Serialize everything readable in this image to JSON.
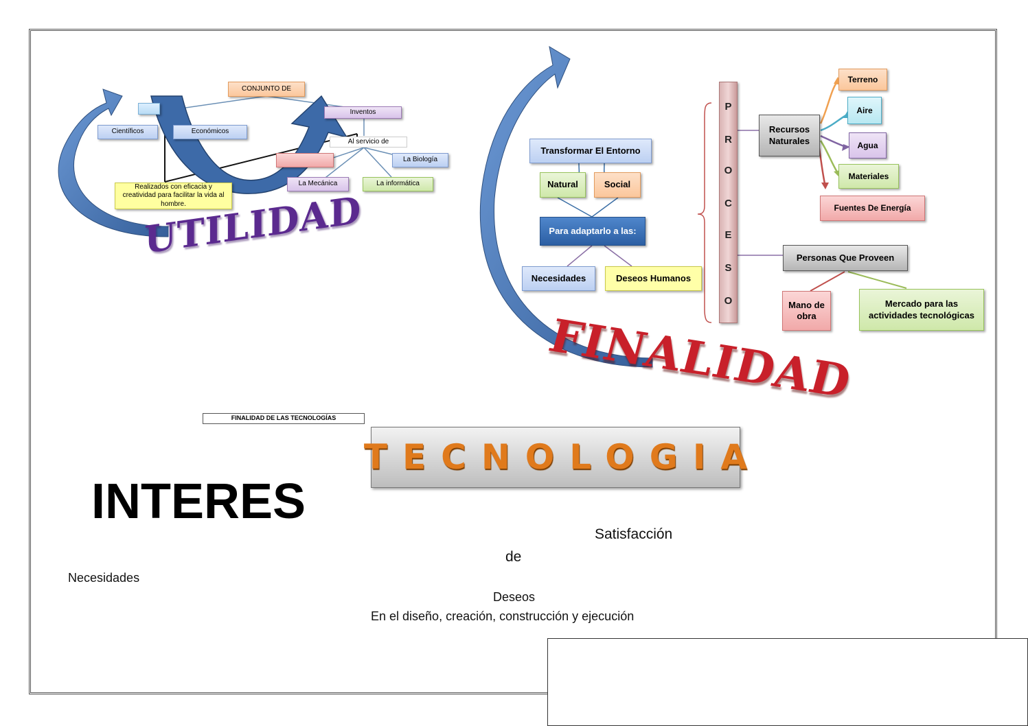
{
  "left_map": {
    "conjunto": "CONJUNTO DE",
    "inventos": "Inventos",
    "cientificos": "Científicos",
    "economicos": "Económicos",
    "al_servicio": "Al servicio de",
    "biologia": "La Biología",
    "informatica": "La informática",
    "mecanica": "La Mecánica",
    "realizados": "Realizados con eficacia y creatividad para facilitar la vida al hombre."
  },
  "utilidad": "UTILIDAD",
  "right_map": {
    "transformar": "Transformar El Entorno",
    "natural": "Natural",
    "social": "Social",
    "para_adaptarlo": "Para adaptarlo a las:",
    "necesidades": "Necesidades",
    "deseos_humanos": "Deseos Humanos",
    "proceso_letters": [
      "P",
      "R",
      "O",
      "C",
      "E",
      "S",
      "O"
    ],
    "recursos": "Recursos Naturales",
    "terreno": "Terreno",
    "aire": "Aire",
    "agua": "Agua",
    "materiales": "Materiales",
    "fuentes": "Fuentes De Energía",
    "personas": "Personas Que Proveen",
    "mano_obra": "Mano de obra",
    "mercado": "Mercado para las actividades tecnológicas"
  },
  "finalidad": "FINALIDAD",
  "finalidad_label": "FINALIDAD DE LAS TECNOLOGÍAS",
  "tecnologia": "TECNOLOGIA",
  "interes": "INTERES",
  "text": {
    "satisfaccion": "Satisfacción",
    "de": "de",
    "necesidades": "Necesidades",
    "deseos": "Deseos",
    "diseno": "En el diseño, creación, construcción y ejecución"
  },
  "colors": {
    "arrow_blue": "#4a7ab8",
    "arrow_dark": "#2e4f7e",
    "utilidad_purple": "#5b2a8f",
    "finalidad_red": "#c8202a",
    "tecnologia_orange": "#e07a1c"
  }
}
